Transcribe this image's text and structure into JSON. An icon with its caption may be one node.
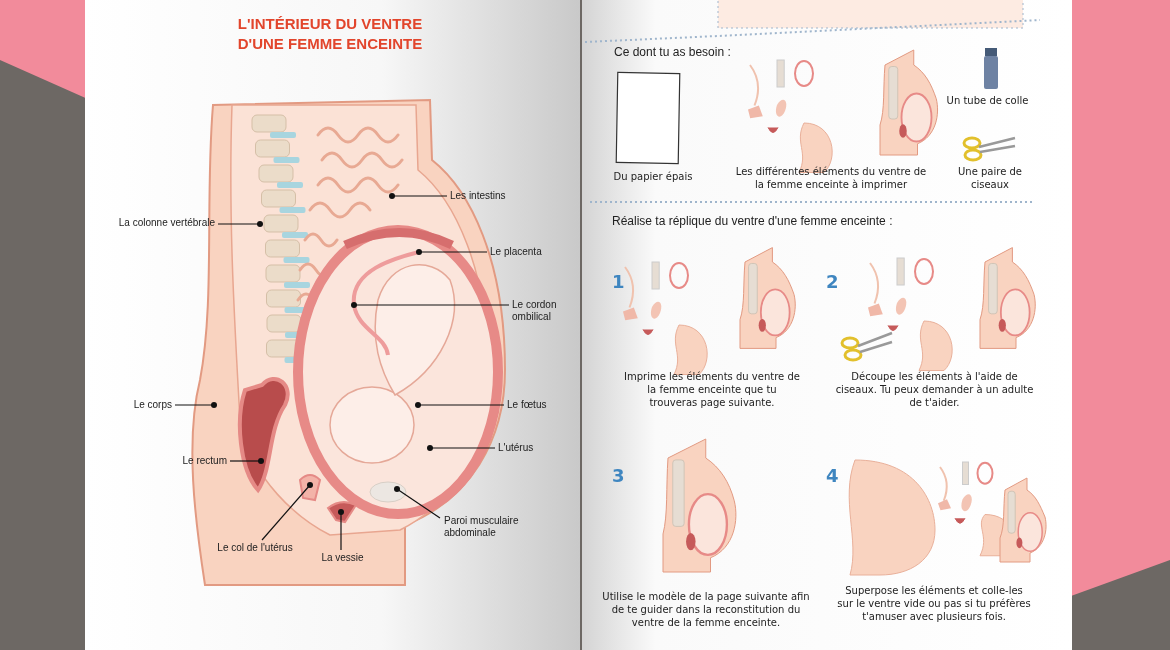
{
  "diagram": {
    "title": "L'INTÉRIEUR DU VENTRE D'UNE FEMME ENCEINTE",
    "nodes": [
      {
        "text": [
          "Les intestins"
        ]
      },
      {
        "text": [
          "La colonne vertébrale"
        ]
      },
      {
        "text": [
          "Le placenta"
        ]
      },
      {
        "text": [
          "Le cordon ombilical"
        ]
      },
      {
        "text": [
          "Le corps"
        ]
      },
      {
        "text": [
          "Le fœtus"
        ]
      },
      {
        "text": [
          "L'utérus"
        ]
      },
      {
        "text": [
          "Le rectum"
        ]
      },
      {
        "text": [
          "Paroi musculaire abdominale"
        ]
      },
      {
        "text": [
          "Le col de l'utérus"
        ]
      },
      {
        "text": [
          "La vessie"
        ]
      }
    ],
    "edges": [
      {
        "from": 0,
        "to": null,
        "arrow": "other"
      },
      {
        "from": 1,
        "to": null,
        "arrow": "other"
      },
      {
        "from": 2,
        "to": null,
        "arrow": "other"
      },
      {
        "from": 3,
        "to": null,
        "arrow": "other"
      },
      {
        "from": 4,
        "to": null,
        "arrow": "other"
      },
      {
        "from": 5,
        "to": null,
        "arrow": "other"
      },
      {
        "from": 6,
        "to": null,
        "arrow": "other"
      },
      {
        "from": 7,
        "to": null,
        "arrow": "other"
      },
      {
        "from": 8,
        "to": null,
        "arrow": "other"
      },
      {
        "from": 9,
        "to": null,
        "arrow": "other"
      },
      {
        "from": 10,
        "to": null,
        "arrow": "other"
      }
    ],
    "labels": [
      "Ce dont tu as besoin :",
      "Un tube de colle",
      "Du papier épais",
      "Les différentes éléments du ventre de la femme enceinte à imprimer",
      "Une paire de ciseaux",
      "Réalise ta réplique du ventre d'une femme enceinte :",
      "1",
      "2",
      "Imprime les éléments du ventre de la femme enceinte que tu trouveras page suivante.",
      "Découpe les éléments à l'aide de ciseaux. Tu peux demander à un adulte de t'aider.",
      "3",
      "4",
      "Utilise le modèle de la page suivante afin de te guider dans la reconstitution du ventre de la femme enceinte.",
      "Superpose les éléments et colle-les sur le ventre vide ou pas si tu préfères t'amuser avec plusieurs fois."
    ]
  }
}
